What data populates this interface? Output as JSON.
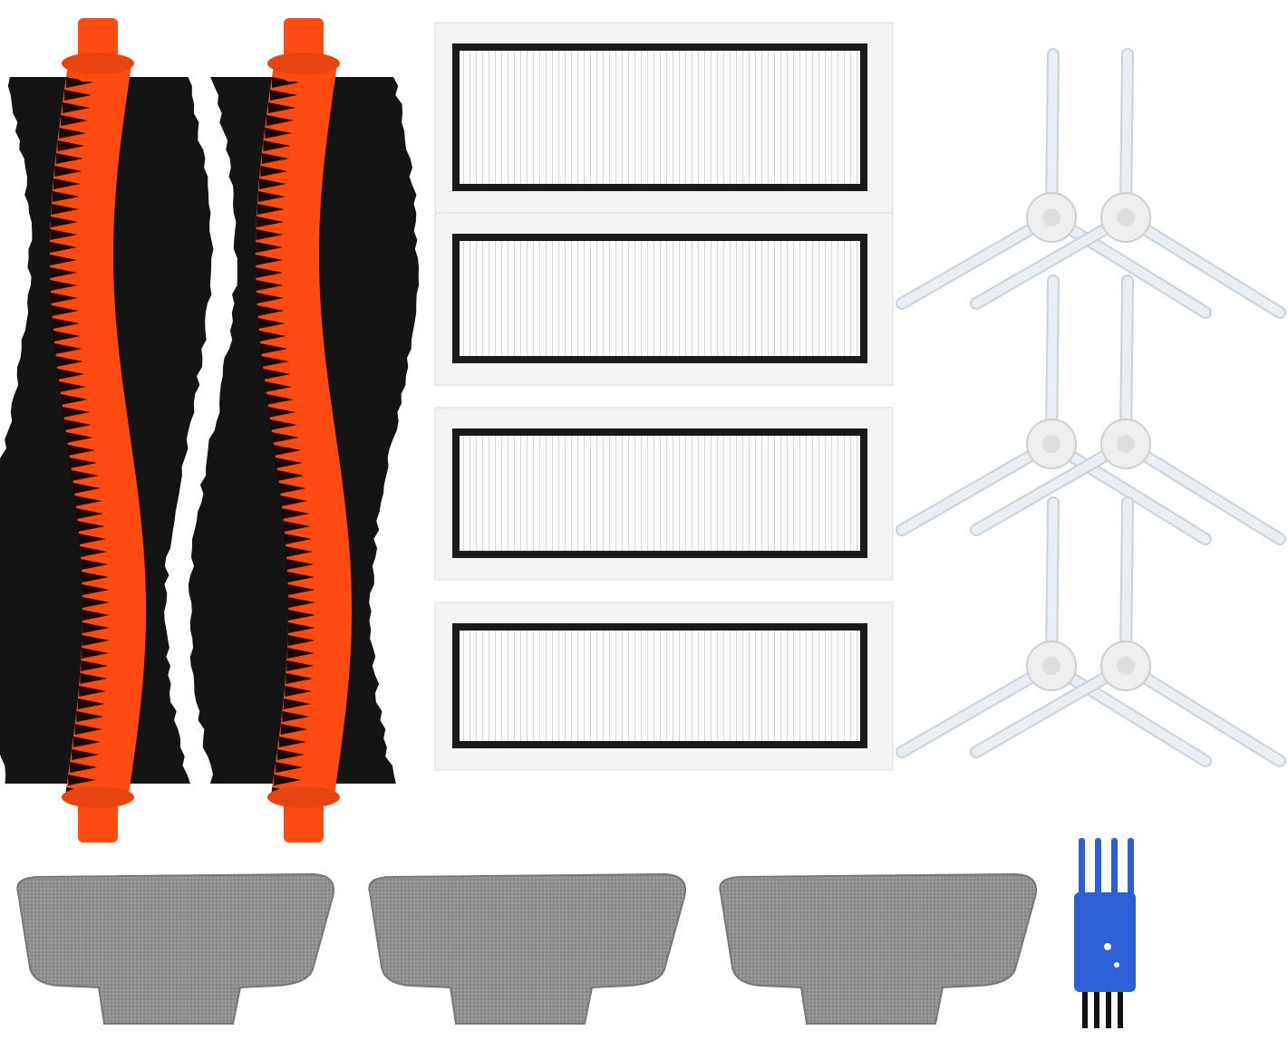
{
  "colors": {
    "background": "#ffffff",
    "roller_core": "#ff4a12",
    "roller_bristle": "#141414",
    "filter_frame": "#f4f4f4",
    "filter_border": "#1a1a1a",
    "filter_media": "#ffffff",
    "side_brush": "#e8eef2",
    "mop": "#8e8e8e",
    "tool": "#2d5fd6"
  },
  "items": {
    "roller_brushes": 2,
    "hepa_filters": 4,
    "side_brushes": 6,
    "mop_pads": 3,
    "cleaning_tools": 1
  }
}
